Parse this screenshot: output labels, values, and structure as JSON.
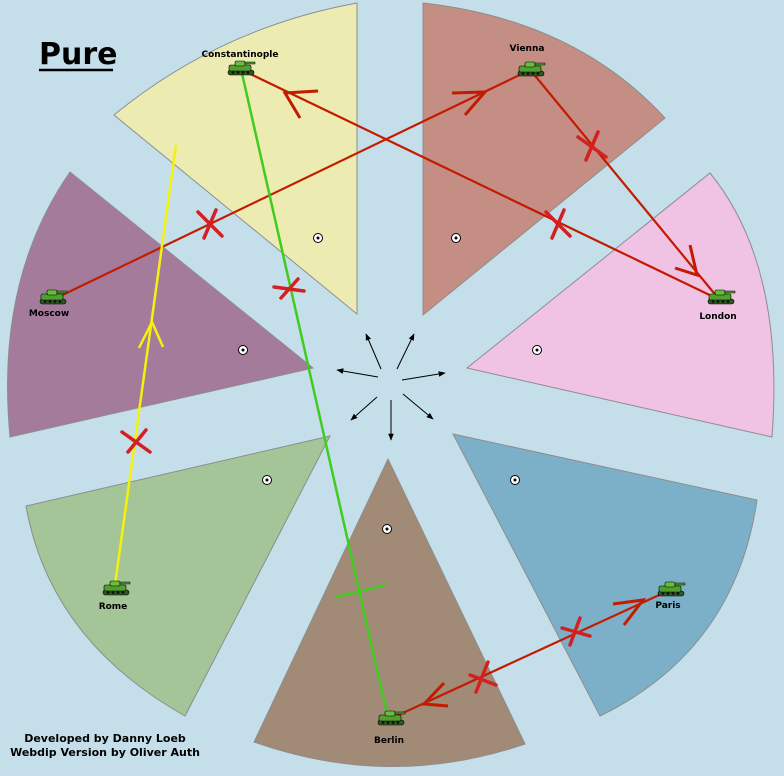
{
  "title": "Pure",
  "credits": {
    "line1": "Developed by Danny Loeb",
    "line2": "Webdip Version by Oliver Auth"
  },
  "territories": {
    "constantinople": {
      "label": "Constantinople",
      "color": "#ecebb1"
    },
    "vienna": {
      "label": "Vienna",
      "color": "#c48e84"
    },
    "london": {
      "label": "London",
      "color": "#f0c2e3"
    },
    "paris": {
      "label": "Paris",
      "color": "#7cb0c8"
    },
    "berlin": {
      "label": "Berlin",
      "color": "#a18a76"
    },
    "rome": {
      "label": "Rome",
      "color": "#a4c597"
    },
    "moscow": {
      "label": "Moscow",
      "color": "#a47b9b"
    }
  },
  "unit_type": "army-tank-icon",
  "order_colors": {
    "failed": "#c31b00",
    "green": "#3fcc1e",
    "yellow": "#f5f10d",
    "cross": "#d42020"
  }
}
